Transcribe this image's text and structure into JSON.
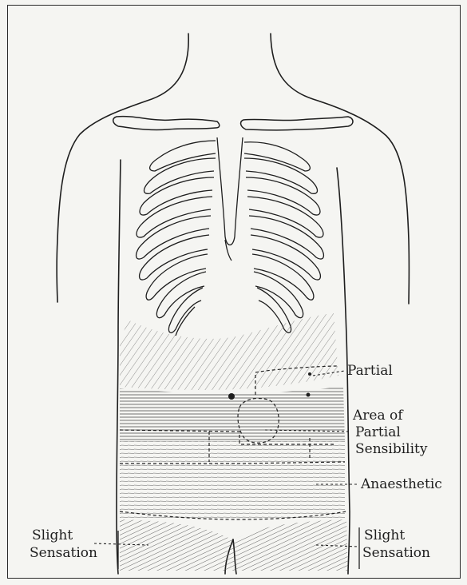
{
  "labels": {
    "partial": "Partial",
    "area_of_partial_sensibility": [
      "Area of",
      "Partial",
      "Sensibility"
    ],
    "anaesthetic": "Anaesthetic",
    "slight_sensation_left": [
      "Slight",
      "Sensation"
    ],
    "slight_sensation_right": [
      "Slight",
      "Sensation"
    ]
  },
  "colors": {
    "ink": "#1e1e1e",
    "paper": "#f5f5f2"
  }
}
